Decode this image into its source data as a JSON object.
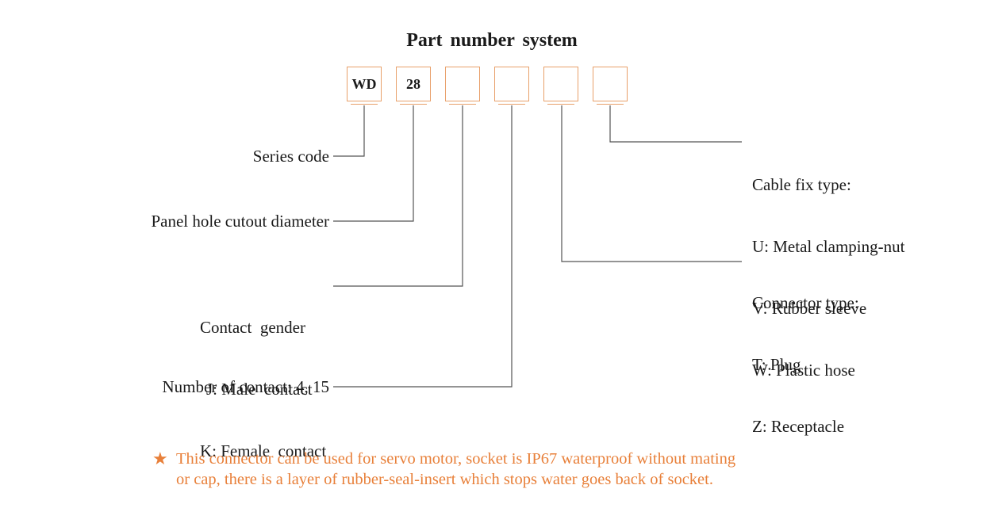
{
  "title": "Part number system",
  "boxes": [
    "WD",
    "28",
    "",
    "",
    "",
    ""
  ],
  "labels": {
    "series_code": "Series code",
    "panel_hole": "Panel hole cutout diameter",
    "contact_gender": {
      "heading": "Contact  gender",
      "lines": [
        "J: Male  contact",
        "K: Female  contact"
      ]
    },
    "number_of_contact": "Number of contact: 4, 15",
    "cable_fix_type": {
      "heading": "Cable fix type:",
      "lines": [
        "U: Metal clamping-nut",
        "V: Rubber sleeve",
        "W: Plastic hose"
      ]
    },
    "connector_type": {
      "heading": "Connector type:",
      "lines": [
        "T: Plug",
        "Z: Receptacle"
      ]
    }
  },
  "note": {
    "star": "★",
    "text_lines": [
      "This connector can be used for servo motor, socket is IP67 waterproof without mating",
      "or cap, there is a layer of rubber-seal-insert which stops water goes back of socket."
    ]
  },
  "colors": {
    "box_border": "#e8a06a",
    "note": "#e8803a",
    "line": "#555555"
  }
}
